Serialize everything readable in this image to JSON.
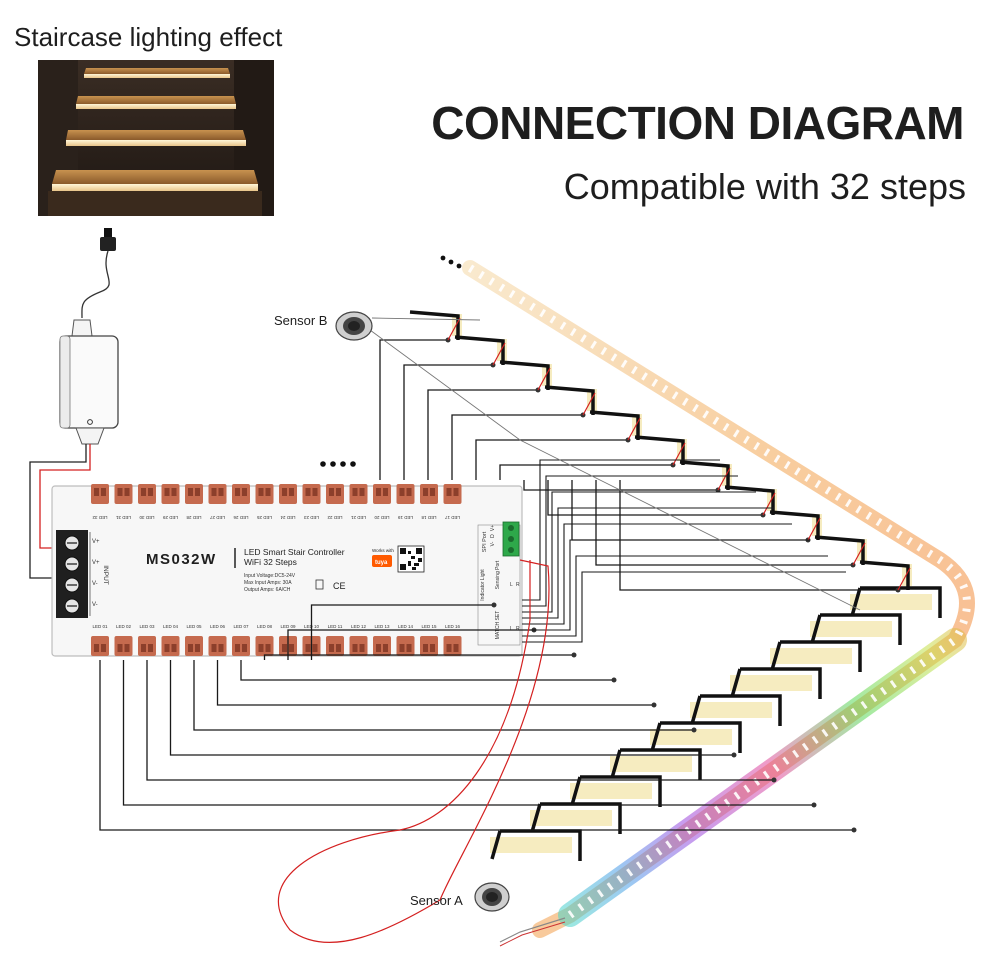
{
  "header": {
    "photo_caption": "Staircase lighting effect",
    "title": "CONNECTION DIAGRAM",
    "subtitle": "Compatible with 32 steps"
  },
  "controller": {
    "model": "MS032W",
    "name_line1": "LED Smart Stair Controller",
    "name_line2": "WiFi 32 Steps",
    "spec_voltage": "Input Voltage:DC5-24V",
    "spec_current": "Max Input Amps: 30A",
    "spec_output": "Output Amps: 6A/CH",
    "works_with": "Works with",
    "tuya": "tuya",
    "input_label": "INPUT",
    "input_terminals": [
      "V+",
      "V+",
      "V-",
      "V-"
    ],
    "spi_port": "SPI Port",
    "spi_pins": [
      "V-",
      "D",
      "V+"
    ],
    "indicator_light": "Indicator Light",
    "sensing_port": "Sensing Port",
    "lr": [
      "L",
      "R"
    ],
    "match_set": "MATCH SET",
    "led_top": [
      "LED 32",
      "LED 31",
      "LED 30",
      "LED 29",
      "LED 28",
      "LED 27",
      "LED 26",
      "LED 25",
      "LED 24",
      "LED 23",
      "LED 22",
      "LED 21",
      "LED 20",
      "LED 19",
      "LED 18",
      "LED 17"
    ],
    "led_bottom": [
      "LED 01",
      "LED 02",
      "LED 03",
      "LED 04",
      "LED 05",
      "LED 06",
      "LED 07",
      "LED 08",
      "LED 09",
      "LED 10",
      "LED 11",
      "LED 12",
      "LED 13",
      "LED 14",
      "LED 15",
      "LED 16"
    ]
  },
  "sensors": {
    "a": "Sensor A",
    "b": "Sensor B"
  },
  "colors": {
    "wire": "#1a1a1a",
    "power_wire": "#d42020",
    "sensor_wire": "#d42020",
    "terminal": "#c56a4e",
    "step_glow": "#f6ecc0",
    "strip_warm": "#f2a24a"
  }
}
